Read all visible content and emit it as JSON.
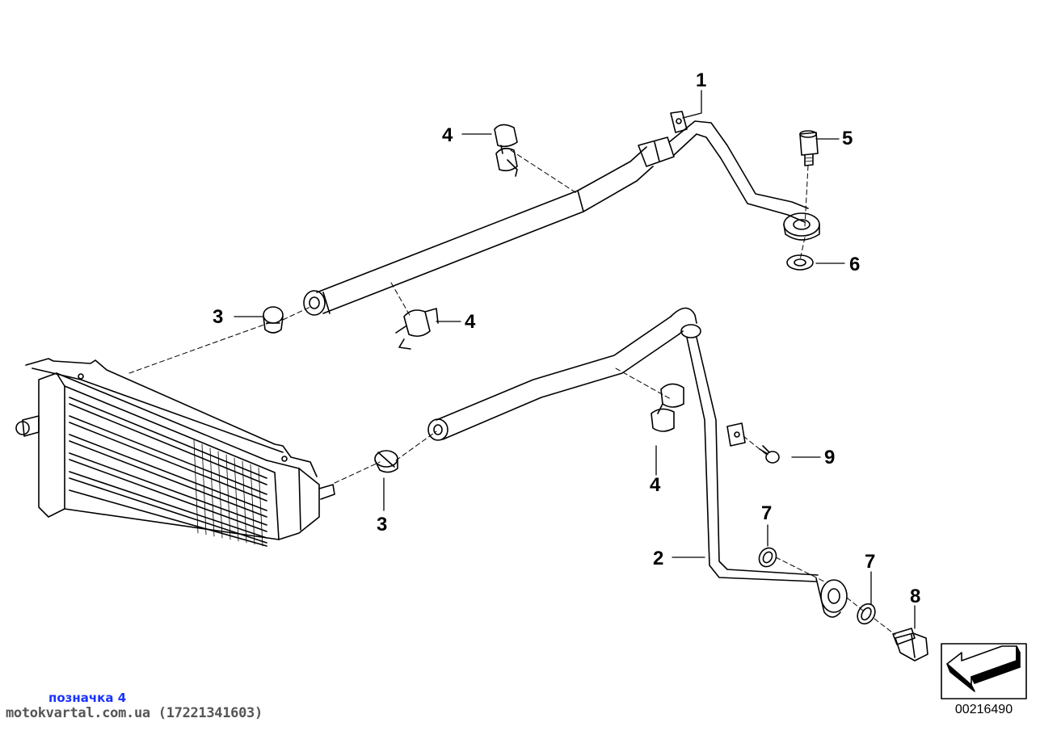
{
  "callouts": [
    {
      "id": "c1",
      "label": "1"
    },
    {
      "id": "c2",
      "label": "2"
    },
    {
      "id": "c3a",
      "label": "3"
    },
    {
      "id": "c3b",
      "label": "3"
    },
    {
      "id": "c4a",
      "label": "4"
    },
    {
      "id": "c4b",
      "label": "4"
    },
    {
      "id": "c4c",
      "label": "4"
    },
    {
      "id": "c5",
      "label": "5"
    },
    {
      "id": "c6",
      "label": "6"
    },
    {
      "id": "c7a",
      "label": "7"
    },
    {
      "id": "c7b",
      "label": "7"
    },
    {
      "id": "c8",
      "label": "8"
    },
    {
      "id": "c9",
      "label": "9"
    }
  ],
  "footer": {
    "tag": "позначка 4",
    "site": "motokvartal.com.ua (17221341603)",
    "diagram_number": "00216490"
  },
  "colors": {
    "line": "#000000",
    "tag": "#1a33ff",
    "site": "#555555"
  }
}
